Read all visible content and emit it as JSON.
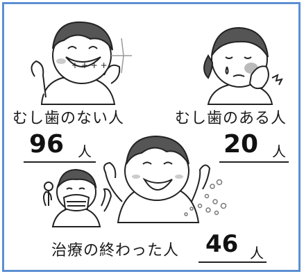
{
  "groups": [
    {
      "label": "むし歯のない人",
      "count": "96",
      "unit": "人"
    },
    {
      "label": "むし歯のある人",
      "count": "20",
      "unit": "人"
    },
    {
      "label": "治療の終わった人",
      "count": "46",
      "unit": "人"
    }
  ],
  "colors": {
    "frame": "#5b8fd1",
    "ink": "#222222",
    "cheek": "#d0d0d0"
  }
}
